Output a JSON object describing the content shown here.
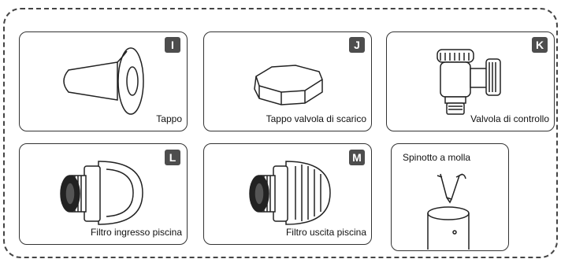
{
  "parts": [
    {
      "key": "I",
      "badge": "I",
      "label": "Tappo",
      "icon": "plug-cap-icon"
    },
    {
      "key": "J",
      "badge": "J",
      "label": "Tappo valvola di scarico",
      "icon": "drain-valve-cap-icon"
    },
    {
      "key": "K",
      "badge": "K",
      "label": "Valvola di controllo",
      "icon": "control-valve-icon"
    },
    {
      "key": "L",
      "badge": "L",
      "label": "Filtro ingresso piscina",
      "icon": "pool-inlet-filter-icon"
    },
    {
      "key": "M",
      "badge": "M",
      "label": "Filtro uscita piscina",
      "icon": "pool-outlet-filter-icon"
    },
    {
      "key": "N",
      "badge": "",
      "label": "Spinotto a molla",
      "icon": "spring-pin-icon"
    }
  ]
}
